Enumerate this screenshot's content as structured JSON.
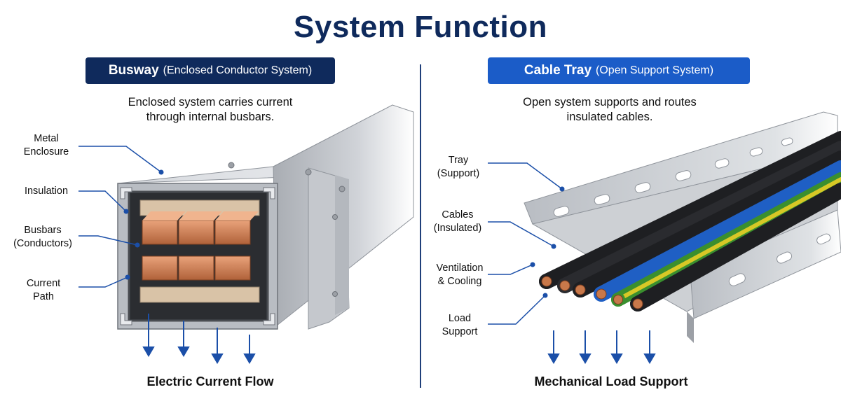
{
  "title": "System Function",
  "busway": {
    "badge_main": "Busway",
    "badge_sub": "(Enclosed Conductor System)",
    "description_line1": "Enclosed system carries current",
    "description_line2": "through internal busbars.",
    "labels": {
      "metal_enclosure_1": "Metal",
      "metal_enclosure_2": "Enclosure",
      "insulation": "Insulation",
      "busbars_1": "Busbars",
      "busbars_2": "(Conductors)",
      "current_path_1": "Current",
      "current_path_2": "Path"
    },
    "footer": "Electric Current Flow"
  },
  "cable_tray": {
    "badge_main": "Cable Tray",
    "badge_sub": "(Open Support System)",
    "description_line1": "Open system supports and routes",
    "description_line2": "insulated cables.",
    "labels": {
      "tray_1": "Tray",
      "tray_2": "(Support)",
      "cables_1": "Cables",
      "cables_2": "(Insulated)",
      "ventilation_1": "Ventilation",
      "ventilation_2": "& Cooling",
      "load_1": "Load",
      "load_2": "Support"
    },
    "footer": "Mechanical Load Support"
  },
  "colors": {
    "navy": "#0f2a5c",
    "blue": "#1b5cc8",
    "copper": "#c8784a",
    "steel": "#c9ccd1",
    "cable_black": "#1e1f22",
    "cable_blue": "#1f5fc4",
    "cable_ground": "#4caf3a"
  }
}
